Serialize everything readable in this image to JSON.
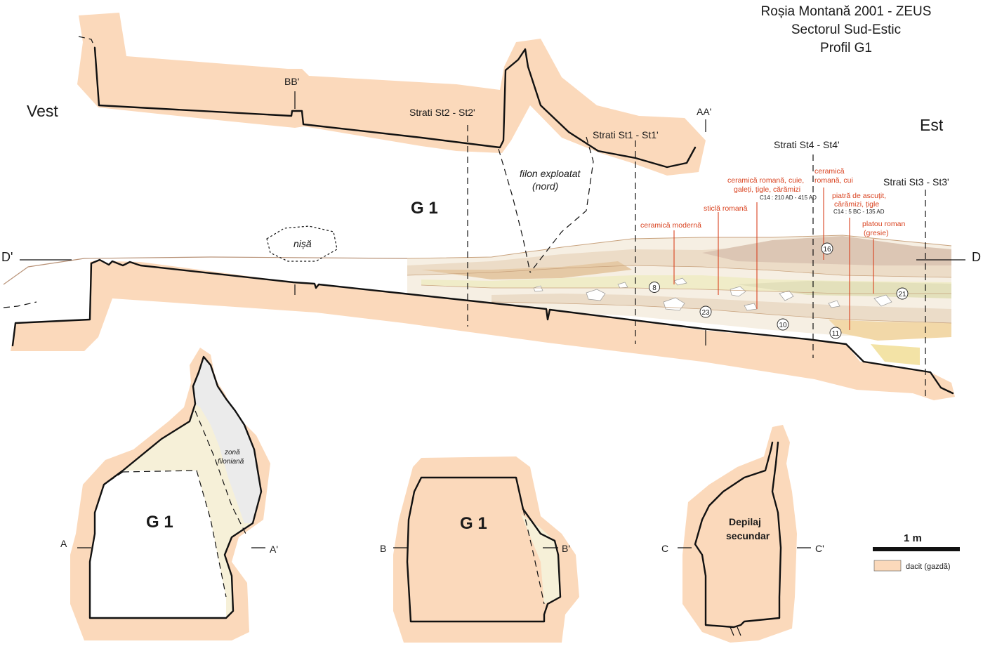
{
  "title": {
    "line1": "Roșia Montană 2001 - ZEUS",
    "line2": "Sectorul Sud-Estic",
    "line3": "Profil G1"
  },
  "directions": {
    "west": "Vest",
    "east": "Est"
  },
  "section_marks": {
    "bb": "BB'",
    "aa": "AA'",
    "st2": "Strati St2 - St2'",
    "st1": "Strati St1 - St1'",
    "st4": "Strati St4 - St4'",
    "st3": "Strati St3 - St3'",
    "d_left": "D'",
    "d_right": "D"
  },
  "labels": {
    "gallery": "G 1",
    "filon": "filon exploatat",
    "filon_sub": "(nord)",
    "nisa": "nișă",
    "zona1": "zonă",
    "zona2": "filoniană",
    "depilaj1": "Depilaj",
    "depilaj2": "secundar"
  },
  "finds": {
    "moderna": "ceramică modernă",
    "sticla": "sticlă romană",
    "romana_line1": "ceramică romană, cuie,",
    "romana_line2": "galeți, țigle, cărămizi",
    "c14_a": "C14 :  210 AD - 415 AD",
    "romana_cui_line1": "ceramică",
    "romana_cui_line2": "romană, cui",
    "piatra_line1": "piatră de ascuțit,",
    "piatra_line2": "cărămizi, țigle",
    "c14_b": "C14 :  5 BC - 135 AD",
    "platou_line1": "platou roman",
    "platou_line2": "(gresie)"
  },
  "layer_numbers": [
    "8",
    "23",
    "10",
    "11",
    "16",
    "21"
  ],
  "cross_sections": {
    "a_left": "A",
    "a_right": "A'",
    "b_left": "B",
    "b_right": "B'",
    "c_left": "C",
    "c_right": "C'"
  },
  "legend": {
    "scale": "1 m",
    "dacit": "dacit (gazdă)",
    "rock_color": "#fbd9bb",
    "find_color": "#d9421f"
  }
}
